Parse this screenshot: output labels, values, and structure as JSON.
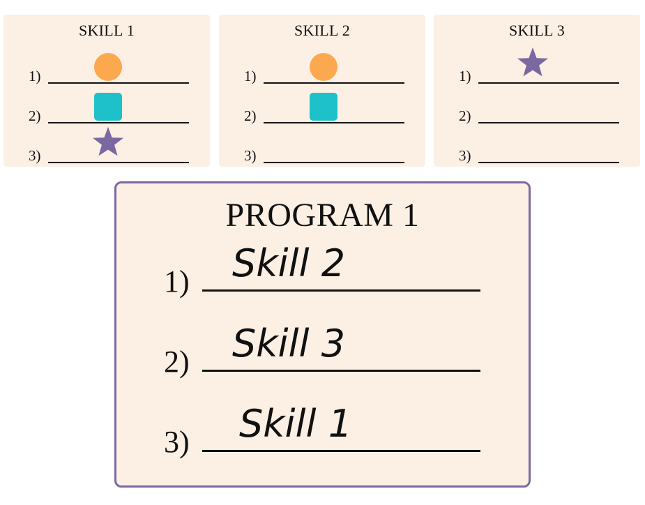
{
  "skills": [
    {
      "title": "SKILL 1",
      "slots": [
        {
          "number": "1)",
          "shape": "circle"
        },
        {
          "number": "2)",
          "shape": "square"
        },
        {
          "number": "3)",
          "shape": "star"
        }
      ]
    },
    {
      "title": "SKILL 2",
      "slots": [
        {
          "number": "1)",
          "shape": "circle"
        },
        {
          "number": "2)",
          "shape": "square"
        },
        {
          "number": "3)",
          "shape": "none"
        }
      ]
    },
    {
      "title": "SKILL 3",
      "slots": [
        {
          "number": "1)",
          "shape": "star"
        },
        {
          "number": "2)",
          "shape": "none"
        },
        {
          "number": "3)",
          "shape": "none"
        }
      ]
    }
  ],
  "program": {
    "title": "PROGRAM 1",
    "slots": [
      {
        "number": "1)",
        "value": "Skill 2"
      },
      {
        "number": "2)",
        "value": "Skill 3"
      },
      {
        "number": "3)",
        "value": "Skill 1"
      }
    ]
  },
  "colors": {
    "circle": "#fba84f",
    "square": "#1ec1c9",
    "star": "#7b68a0",
    "card": "#fcefe4",
    "program_border": "#7b68a0"
  }
}
